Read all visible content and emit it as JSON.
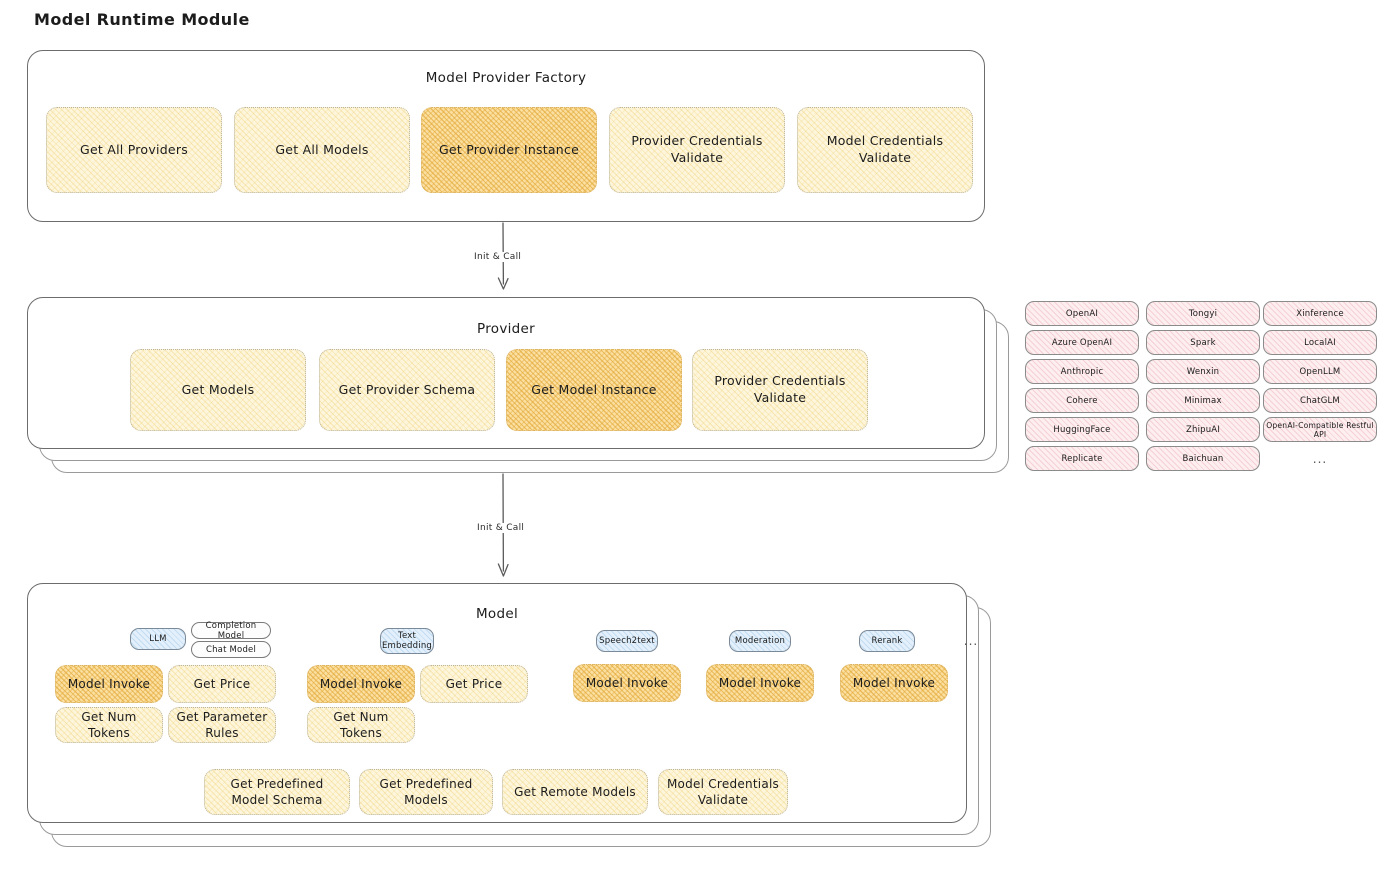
{
  "page": {
    "title": "Model Runtime Module"
  },
  "factory": {
    "title": "Model Provider Factory",
    "boxes": [
      {
        "label": "Get All Providers",
        "highlight": false
      },
      {
        "label": "Get All Models",
        "highlight": false
      },
      {
        "label": "Get Provider Instance",
        "highlight": true
      },
      {
        "label": "Provider Credentials Validate",
        "highlight": false
      },
      {
        "label": "Model Credentials Validate",
        "highlight": false
      }
    ]
  },
  "arrow_factory_to_provider": {
    "label": "Init & Call"
  },
  "provider": {
    "title": "Provider",
    "boxes": [
      {
        "label": "Get Models",
        "highlight": false
      },
      {
        "label": "Get Provider Schema",
        "highlight": false
      },
      {
        "label": "Get Model Instance",
        "highlight": true
      },
      {
        "label": "Provider Credentials Validate",
        "highlight": false
      }
    ]
  },
  "provider_list": {
    "columns": [
      [
        "OpenAI",
        "Azure OpenAI",
        "Anthropic",
        "Cohere",
        "HuggingFace",
        "Replicate"
      ],
      [
        "Tongyi",
        "Spark",
        "Wenxin",
        "Minimax",
        "ZhipuAI",
        "Baichuan"
      ],
      [
        "Xinference",
        "LocalAI",
        "OpenLLM",
        "ChatGLM",
        "OpenAI-Compatible Restful API"
      ]
    ],
    "more": "..."
  },
  "arrow_provider_to_model": {
    "label": "Init & Call"
  },
  "model": {
    "title": "Model",
    "more": "...",
    "types": [
      {
        "name": "LLM",
        "sub_types": [
          "Completion Model",
          "Chat Model"
        ],
        "boxes": [
          {
            "label": "Model Invoke",
            "highlight": true
          },
          {
            "label": "Get Price",
            "highlight": false
          },
          {
            "label": "Get Num Tokens",
            "highlight": false
          },
          {
            "label": "Get Parameter Rules",
            "highlight": false
          }
        ]
      },
      {
        "name": "Text Embedding",
        "sub_types": [],
        "boxes": [
          {
            "label": "Model Invoke",
            "highlight": true
          },
          {
            "label": "Get Price",
            "highlight": false
          },
          {
            "label": "Get Num Tokens",
            "highlight": false
          }
        ]
      },
      {
        "name": "Speech2text",
        "sub_types": [],
        "boxes": [
          {
            "label": "Model Invoke",
            "highlight": true
          }
        ]
      },
      {
        "name": "Moderation",
        "sub_types": [],
        "boxes": [
          {
            "label": "Model Invoke",
            "highlight": true
          }
        ]
      },
      {
        "name": "Rerank",
        "sub_types": [],
        "boxes": [
          {
            "label": "Model Invoke",
            "highlight": true
          }
        ]
      }
    ],
    "common_boxes": [
      {
        "label": "Get Predefined Model Schema"
      },
      {
        "label": "Get Predefined Models"
      },
      {
        "label": "Get Remote Models"
      },
      {
        "label": "Model Credentials Validate"
      }
    ]
  },
  "colors": {
    "box_fill": "#fdf6dd",
    "box_fill_highlight": "#fbe0a2",
    "chip_blue": "#e3f0fb",
    "chip_pink": "#fdeef0",
    "panel_border": "#6c6c6c"
  }
}
